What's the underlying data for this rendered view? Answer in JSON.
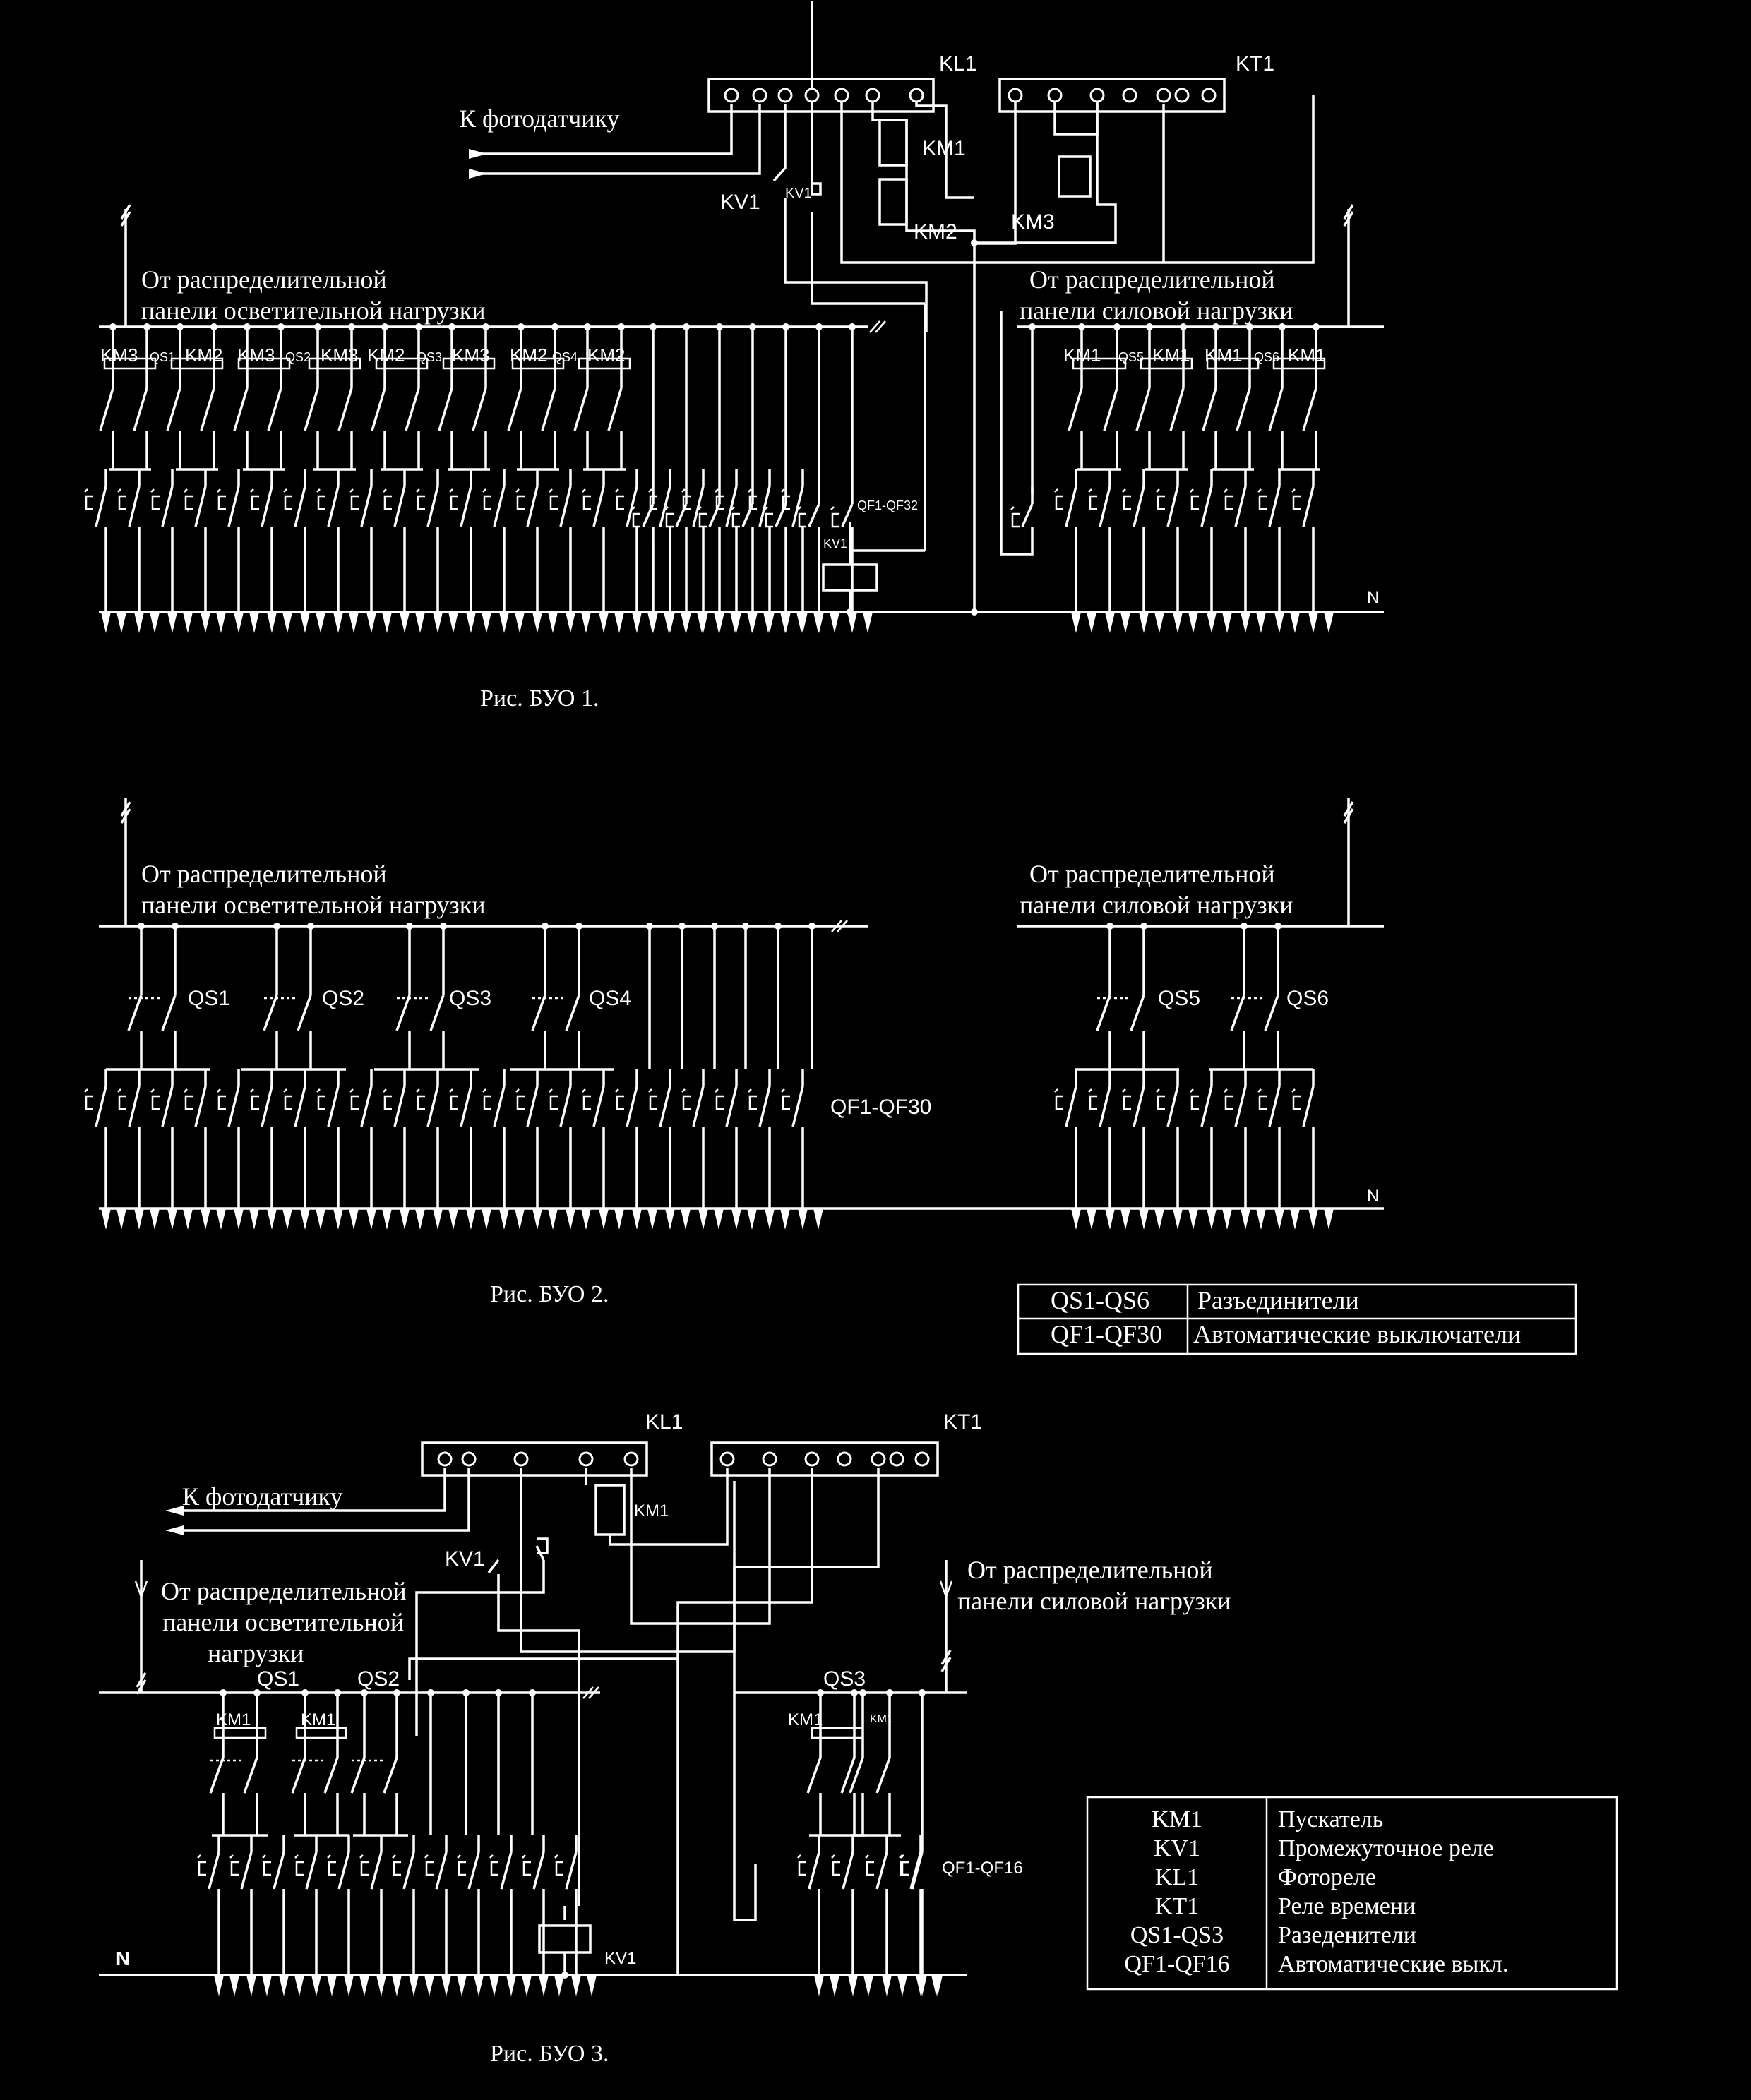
{
  "diagrams": [
    {
      "caption": "Рис. БУО 1.",
      "kl": "KL1",
      "kt": "KT1",
      "photo": "К фотодатчику",
      "left_source": [
        "От распределительной",
        "панели осветительной нагрузки"
      ],
      "right_source": [
        "От распределительной",
        "панели силовой нагрузки"
      ],
      "neutral": "N",
      "breakers": "QF1-QF32",
      "relay_kv": "KV1",
      "km1": "KM1",
      "km2": "KM2",
      "km3": "KM3",
      "kv_contact": "KV1",
      "left_labels": [
        "KM3",
        "QS1",
        "KM2",
        "KM3",
        "QS2",
        "KM3",
        "KM2",
        "QS3",
        "KM3",
        "KM2",
        "QS4",
        "KM2"
      ],
      "right_labels": [
        "KM1",
        "QS5",
        "KM1",
        "KM1",
        "QS6",
        "KM1"
      ]
    },
    {
      "caption": "Рис. БУО 2.",
      "left_source": [
        "От распределительной",
        "панели осветительной нагрузки"
      ],
      "right_source": [
        "От распределительной",
        "панели силовой нагрузки"
      ],
      "switches": [
        "QS1",
        "QS2",
        "QS3",
        "QS4",
        "QS5",
        "QS6"
      ],
      "breakers": "QF1-QF30",
      "neutral": "N",
      "legend": [
        {
          "code": "QS1-QS6",
          "desc": "Разъединители"
        },
        {
          "code": "QF1-QF30",
          "desc": "Автоматические выключатели"
        }
      ]
    },
    {
      "caption": "Рис. БУО 3.",
      "kl": "KL1",
      "kt": "KT1",
      "photo": "К фотодатчику",
      "left_source": [
        "От распределительной",
        "панели осветительной",
        "нагрузки"
      ],
      "right_source": [
        "От распределительной",
        "панели силовой нагрузки"
      ],
      "km1": "KM1",
      "kv_contact": "KV1",
      "relay_kv": "KV1",
      "switches": [
        "QS1",
        "QS2",
        "QS3"
      ],
      "km_labels": [
        "KM1",
        "KM1",
        "KM1",
        "KM1"
      ],
      "breakers": "QF1-QF16",
      "neutral": "N",
      "legend": [
        {
          "code": "KM1",
          "desc": "Пускатель"
        },
        {
          "code": "KV1",
          "desc": "Промежуточное реле"
        },
        {
          "code": "KL1",
          "desc": "Фотореле"
        },
        {
          "code": "KT1",
          "desc": "Реле времени"
        },
        {
          "code": "QS1-QS3",
          "desc": "Разеденители"
        },
        {
          "code": "QF1-QF16",
          "desc": "Автоматические выкл."
        }
      ]
    }
  ]
}
